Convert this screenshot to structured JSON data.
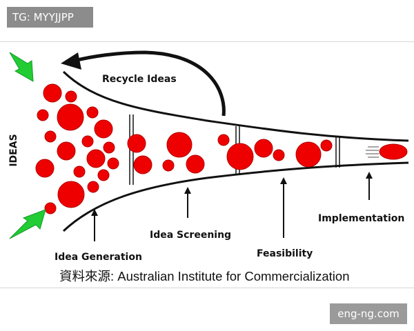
{
  "header": {
    "tag": "TG: MYYJJPP"
  },
  "diagram": {
    "side_label": "IDEAS",
    "recycle_label": "Recycle Ideas",
    "stages": [
      {
        "label": "Idea Generation"
      },
      {
        "label": "Idea Screening"
      },
      {
        "label": "Feasibility"
      },
      {
        "label": "Implementation"
      }
    ],
    "source": "資料來源: Australian Institute for Commercialization"
  },
  "footer": {
    "site": "eng-ng.com"
  },
  "colors": {
    "bubble": "#ef0000",
    "bubble_stroke": "#b00000",
    "arrow_green": "#22cc33",
    "line": "#111111"
  },
  "icons": [
    "green-arrow-icon",
    "recycle-arrow-icon",
    "stage-arrow-icon"
  ]
}
